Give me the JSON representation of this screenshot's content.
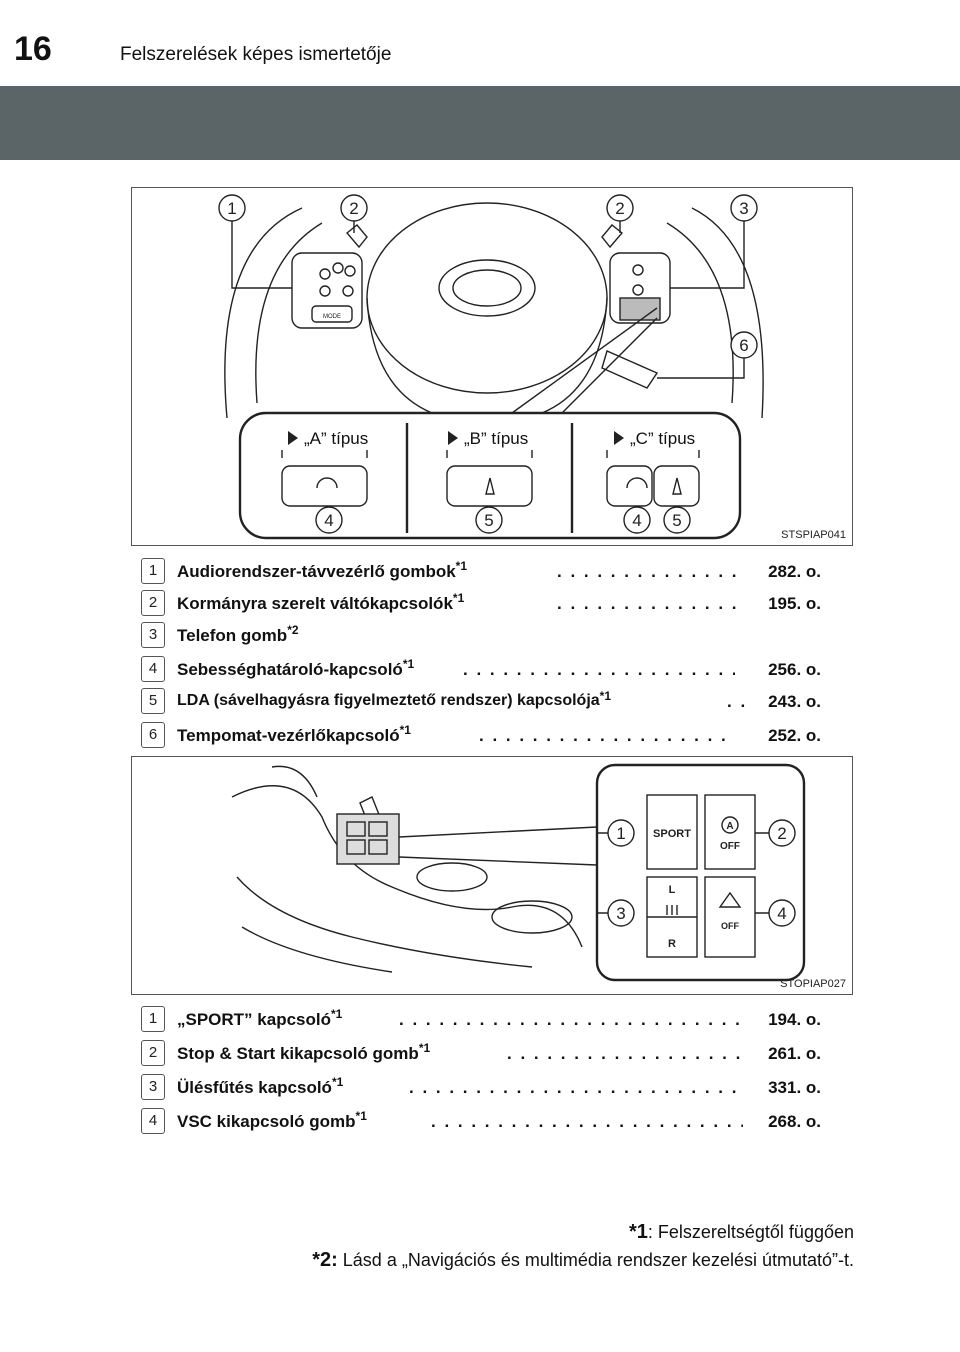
{
  "header": {
    "page_number": "16",
    "title": "Felszerelések képes ismertetője",
    "bar_color": "#5b6466"
  },
  "figure1": {
    "code": "STSPIAP041",
    "callouts": [
      "1",
      "2",
      "2",
      "3",
      "6",
      "4",
      "5",
      "4",
      "5"
    ],
    "types": [
      "„A” típus",
      "„B” típus",
      "„C” típus"
    ],
    "button_labels": {
      "mode": "MODE"
    }
  },
  "list1": [
    {
      "num": "1",
      "label": "Audiorendszer-távvezérlő gombok",
      "star": "*1",
      "page": "282. o."
    },
    {
      "num": "2",
      "label": "Kormányra szerelt váltókapcsolók",
      "star": "*1",
      "page": "195. o."
    },
    {
      "num": "3",
      "label": "Telefon gomb",
      "star": "*2",
      "page": ""
    },
    {
      "num": "4",
      "label": "Sebességhatároló-kapcsoló",
      "star": "*1",
      "page": "256. o."
    },
    {
      "num": "5",
      "label": "LDA (sávelhagyásra figyelmeztető rendszer) kapcsolója",
      "star": "*1",
      "page": "243. o."
    },
    {
      "num": "6",
      "label": "Tempomat-vezérlőkapcsoló",
      "star": "*1",
      "page": "252. o."
    }
  ],
  "figure2": {
    "code": "STOPIAP027",
    "callouts": [
      "1",
      "2",
      "3",
      "4"
    ],
    "button_labels": {
      "sport": "SPORT",
      "a": "A",
      "off": "OFF",
      "l": "L",
      "r": "R",
      "off2": "OFF"
    }
  },
  "list2": [
    {
      "num": "1",
      "label": "„SPORT” kapcsoló",
      "star": "*1",
      "page": "194. o."
    },
    {
      "num": "2",
      "label": "Stop & Start kikapcsoló gomb",
      "star": "*1",
      "page": "261. o."
    },
    {
      "num": "3",
      "label": "Ülésfűtés kapcsoló",
      "star": "*1",
      "page": "331. o."
    },
    {
      "num": "4",
      "label": "VSC kikapcsoló gomb",
      "star": "*1",
      "page": "268. o."
    }
  ],
  "footnotes": [
    {
      "mark": "*1",
      "text": ": Felszereltségtől függően"
    },
    {
      "mark": "*2:",
      "text": " Lásd a „Navigációs és multimédia rendszer kezelési útmutató”-t."
    }
  ]
}
